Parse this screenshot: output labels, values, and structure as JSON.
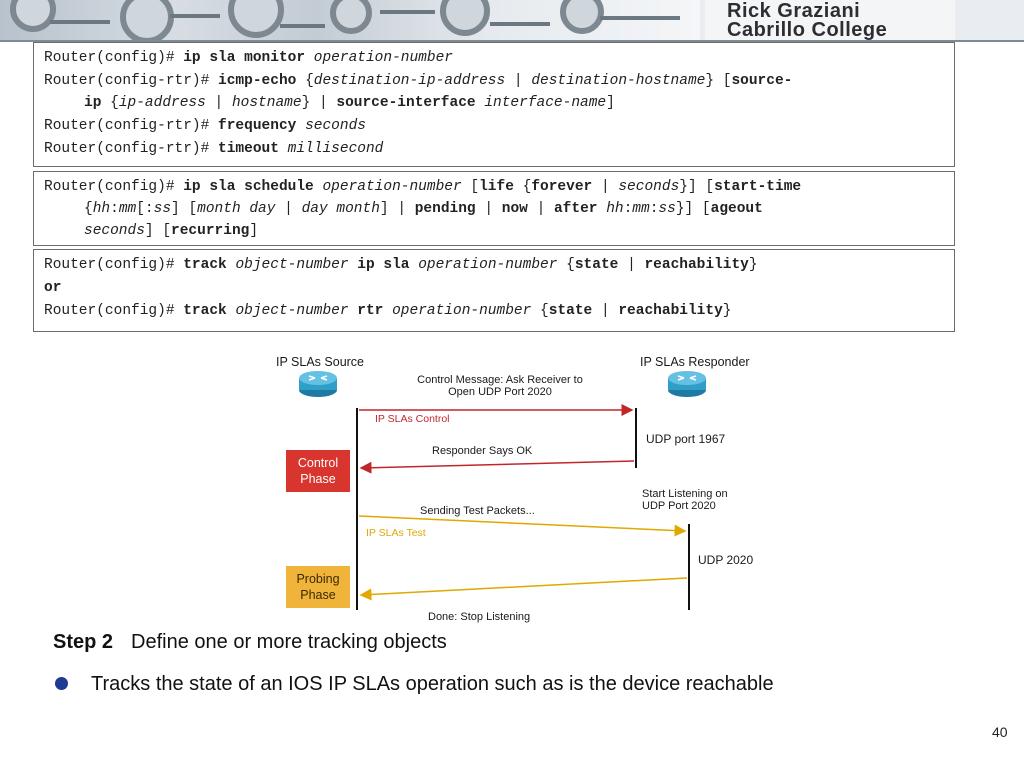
{
  "header": {
    "brand_line1": "Rick Graziani",
    "brand_line2": "Cabrillo College"
  },
  "box1": {
    "l1": {
      "prompt": "Router(config)#",
      "kw": "ip sla monitor",
      "arg": "operation-number"
    },
    "l2": {
      "prompt": "Router(config-rtr)#",
      "kw": "icmp-echo",
      "open": "{",
      "a1": "destination-ip-address",
      "sep": "|",
      "a2": "destination-hostname",
      "close": "}",
      "bo": "[",
      "kw2": "source-"
    },
    "l3": {
      "kw": "ip",
      "open": "{",
      "a1": "ip-address",
      "sep": "|",
      "a2": "hostname",
      "close": "}",
      "sep2": "|",
      "kw2": "source-interface",
      "a3": "interface-name",
      "bc": "]"
    },
    "l4": {
      "prompt": "Router(config-rtr)#",
      "kw": "frequency",
      "arg": "seconds"
    },
    "l5": {
      "prompt": "Router(config-rtr)#",
      "kw": "timeout",
      "arg": "millisecond"
    }
  },
  "box2": {
    "l1": {
      "prompt": "Router(config)#",
      "kw": "ip sla schedule",
      "arg": "operation-number",
      "bo": "[",
      "kw2": "life",
      "open": "{",
      "kw3": "forever",
      "sep": "|",
      "a2": "seconds",
      "close": "}]",
      "bo2": "[",
      "kw4": "start-time"
    },
    "l2": {
      "open": "{",
      "a1": "hh",
      "c1": ":",
      "a2": "mm",
      "c2": "[:",
      "a3": "ss",
      "c3": "]",
      "bo": "[",
      "a4": "month day",
      "sep": "|",
      "a5": "day month",
      "bc": "]",
      "sep2": "|",
      "kw1": "pending",
      "sep3": "|",
      "kw2": "now",
      "sep4": "|",
      "kw3": "after",
      "a6": "hh",
      "c4": ":",
      "a7": "mm",
      "c5": ":",
      "a8": "ss",
      "close": "}]",
      "bo2": "[",
      "kw4": "ageout"
    },
    "l3": {
      "a1": "seconds",
      "bc": "]",
      "bo": "[",
      "kw": "recurring",
      "bc2": "]"
    }
  },
  "box3": {
    "l1": {
      "prompt": "Router(config)#",
      "kw": "track",
      "a1": "object-number",
      "kw2": "ip sla",
      "a2": "operation-number",
      "open": "{",
      "kw3": "state",
      "sep": "|",
      "kw4": "reachability",
      "close": "}"
    },
    "or": "or",
    "l2": {
      "prompt": "Router(config)#",
      "kw": "track",
      "a1": "object-number",
      "kw2": "rtr",
      "a2": "operation-number",
      "open": "{",
      "kw3": "state",
      "sep": "|",
      "kw4": "reachability",
      "close": "}"
    }
  },
  "diagram": {
    "source_label": "IP SLAs Source",
    "responder_label": "IP SLAs Responder",
    "ctrl_msg_l1": "Control Message: Ask Receiver to",
    "ctrl_msg_l2": "Open UDP Port 2020",
    "ip_slas_control": "IP SLAs Control",
    "udp_port_1967": "UDP port 1967",
    "responder_ok": "Responder Says OK",
    "control_phase_l1": "Control",
    "control_phase_l2": "Phase",
    "start_listening_l1": "Start Listening on",
    "start_listening_l2": "UDP Port 2020",
    "sending_test": "Sending Test Packets...",
    "ip_slas_test": "IP SLAs Test",
    "udp_2020": "UDP 2020",
    "probing_phase_l1": "Probing",
    "probing_phase_l2": "Phase",
    "done": "Done: Stop Listening",
    "colors": {
      "control": "#d7352e",
      "probe": "#f1b43a",
      "router": "#2f9fc7"
    }
  },
  "step": {
    "number": "Step 2",
    "text": "Define one or more tracking objects"
  },
  "bullet": "Tracks the state of an IOS IP SLAs operation such as is the device reachable",
  "page_number": "40"
}
